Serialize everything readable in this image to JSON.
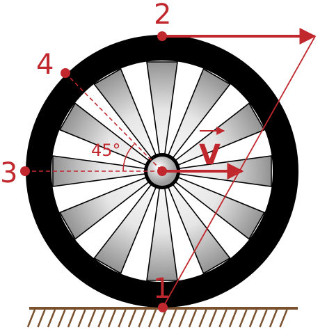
{
  "points": [
    {
      "id": "1",
      "label": "1"
    },
    {
      "id": "2",
      "label": "2"
    },
    {
      "id": "3",
      "label": "3"
    },
    {
      "id": "4",
      "label": "4"
    }
  ],
  "angle_label": "45°",
  "velocity_label": "V",
  "colors": {
    "accent": "#c0282d",
    "point": "#c0282d",
    "tire": "#000000",
    "ground": "#7a5230",
    "spoke_light": "#ffffff",
    "spoke_dark": "#9a9a9a"
  }
}
